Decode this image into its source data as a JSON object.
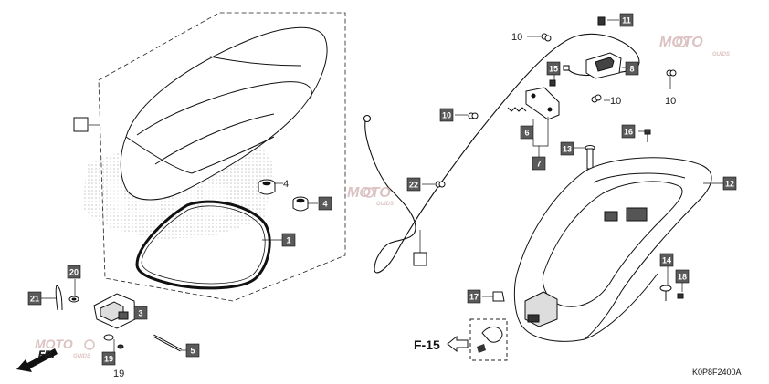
{
  "drawing_code": "K0P8F2400A",
  "ref_label": "F-15",
  "direction_label": "FR.",
  "watermark": {
    "moto": "MOTO",
    "sub": "GUIDS"
  },
  "colors": {
    "box_fill": "#5a5a5a",
    "box_text": "#ffffff",
    "line": "#111111",
    "watermark": "#d4b3b3"
  },
  "callouts": [
    {
      "num": "1",
      "style": "box"
    },
    {
      "num": "3",
      "style": "box"
    },
    {
      "num": "4",
      "style": "box"
    },
    {
      "num": "4",
      "style": "plain"
    },
    {
      "num": "5",
      "style": "box"
    },
    {
      "num": "6",
      "style": "box"
    },
    {
      "num": "7",
      "style": "box"
    },
    {
      "num": "8",
      "style": "box"
    },
    {
      "num": "10",
      "style": "plain"
    },
    {
      "num": "10",
      "style": "box"
    },
    {
      "num": "10",
      "style": "plain"
    },
    {
      "num": "10",
      "style": "plain"
    },
    {
      "num": "11",
      "style": "box"
    },
    {
      "num": "12",
      "style": "box"
    },
    {
      "num": "13",
      "style": "box"
    },
    {
      "num": "14",
      "style": "box"
    },
    {
      "num": "15",
      "style": "box"
    },
    {
      "num": "16",
      "style": "box"
    },
    {
      "num": "17",
      "style": "box"
    },
    {
      "num": "18",
      "style": "box"
    },
    {
      "num": "19",
      "style": "box"
    },
    {
      "num": "19",
      "style": "plain"
    },
    {
      "num": "20",
      "style": "box"
    },
    {
      "num": "21",
      "style": "box"
    },
    {
      "num": "22",
      "style": "box"
    }
  ]
}
